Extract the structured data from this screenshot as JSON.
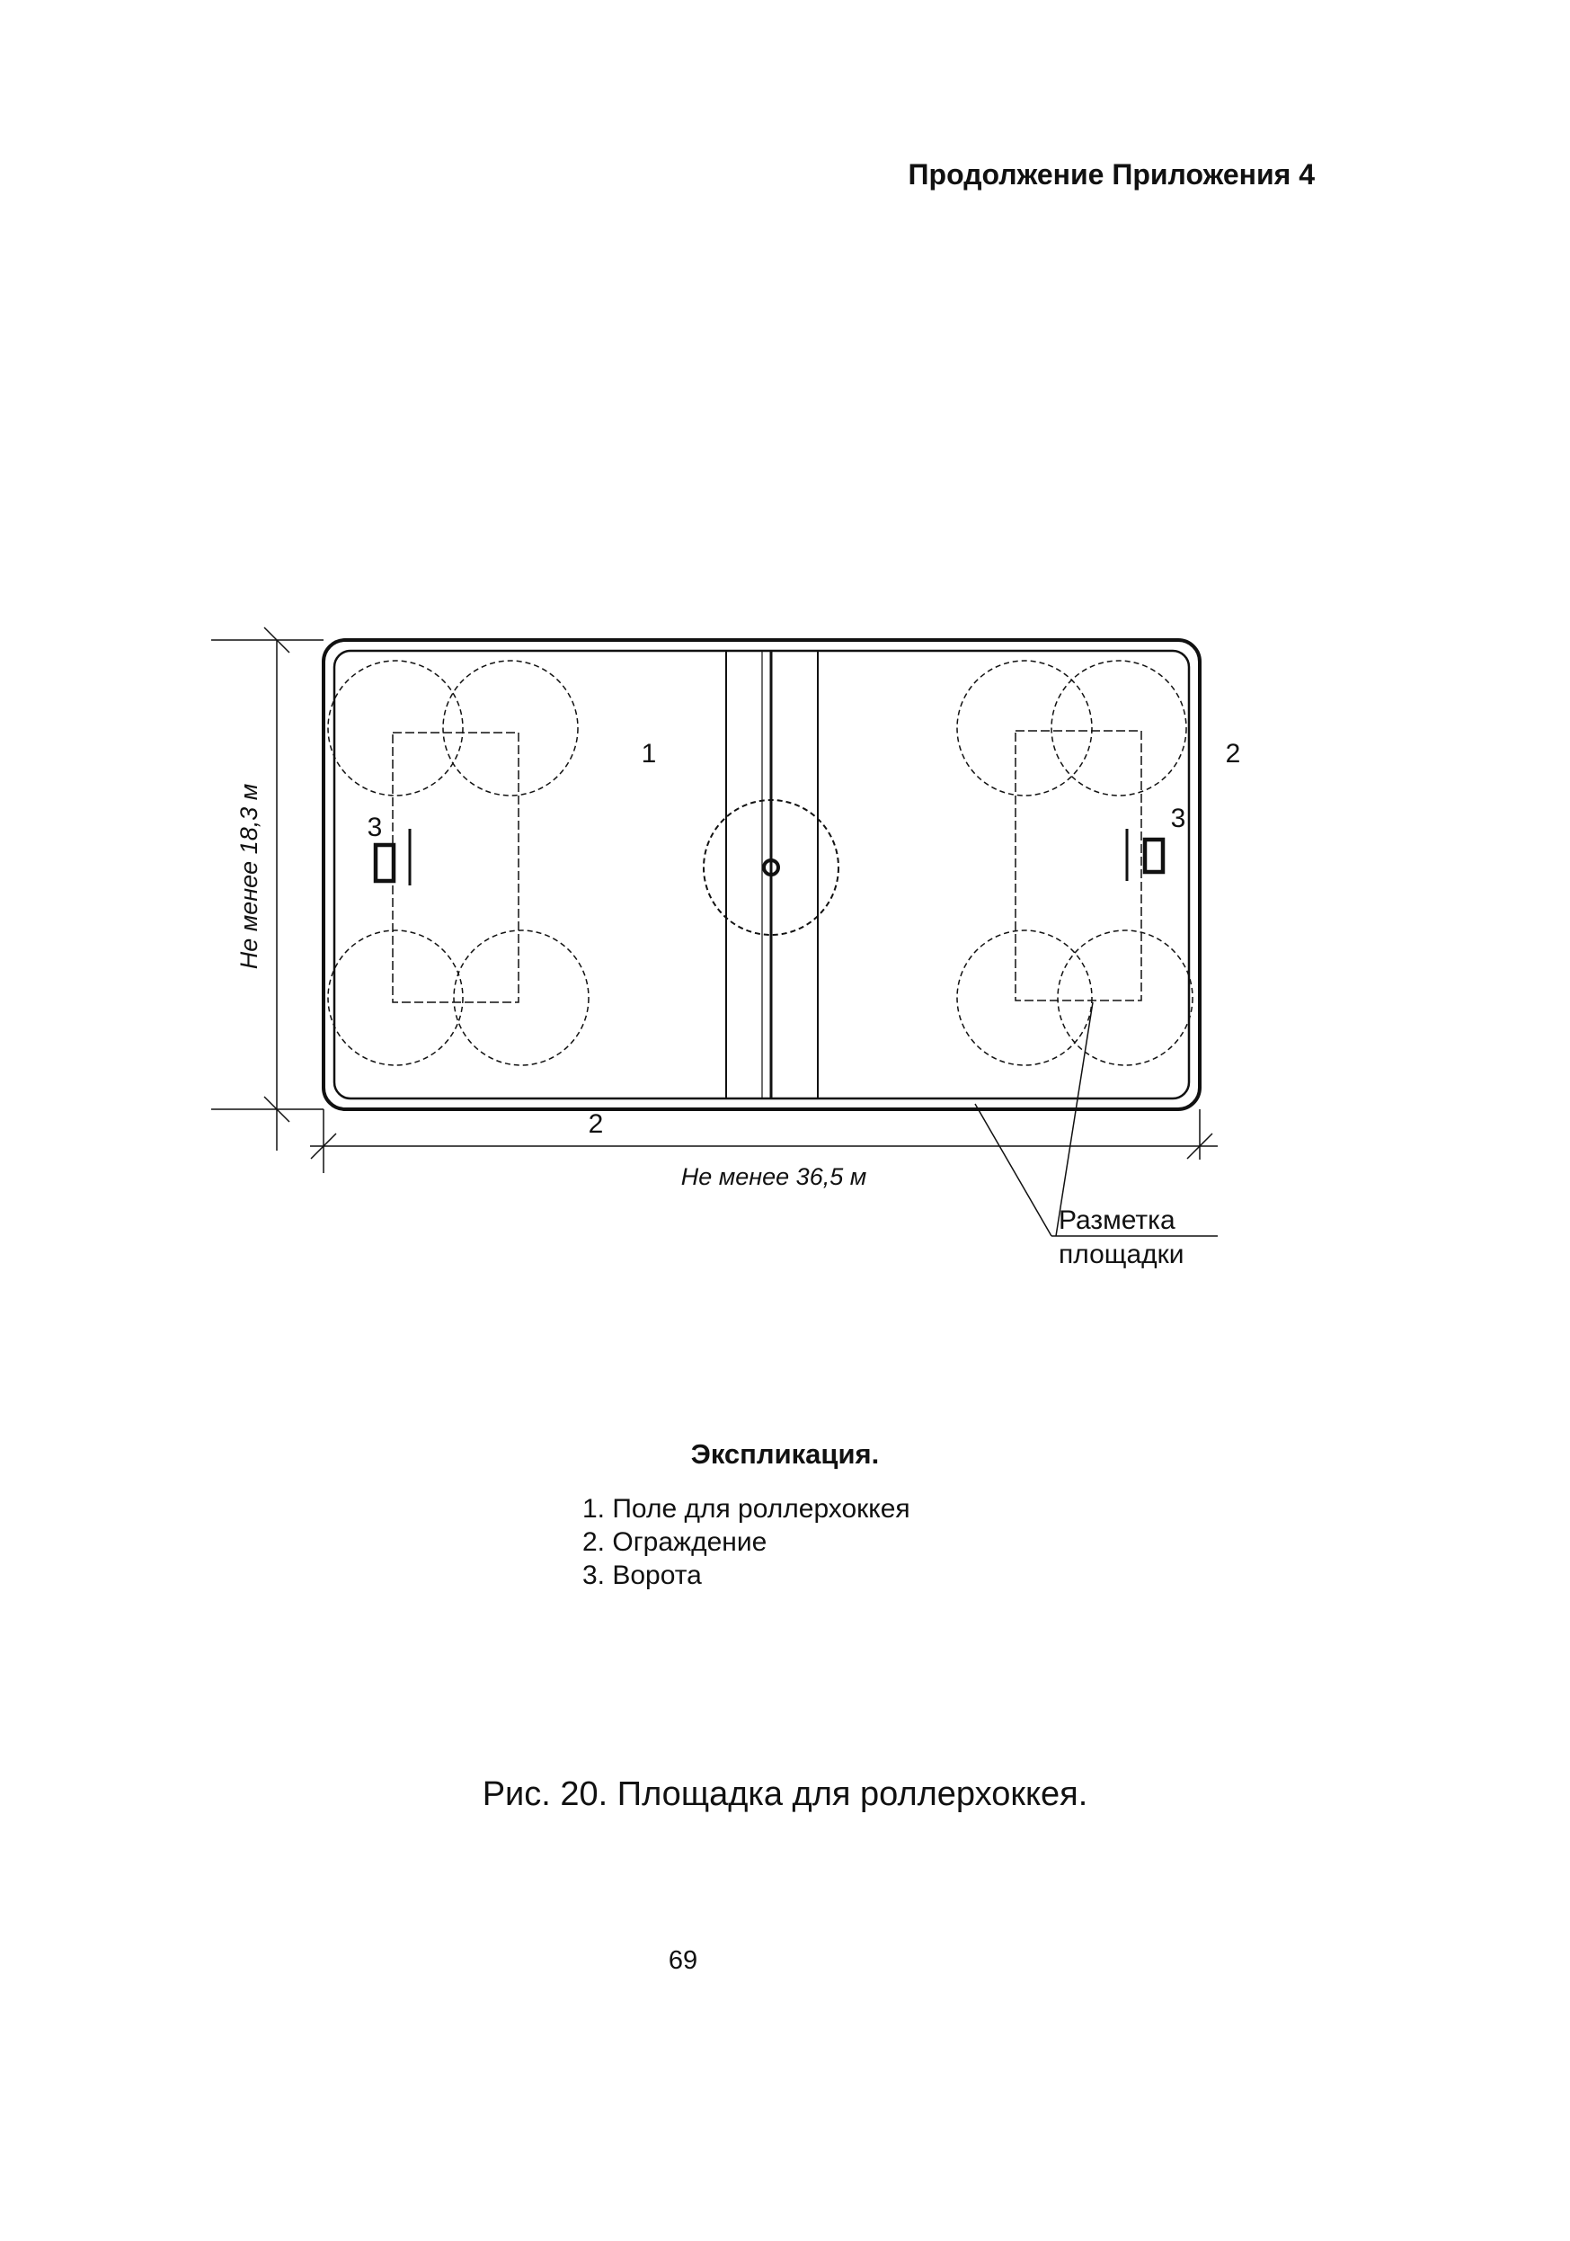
{
  "header": {
    "text": "Продолжение Приложения 4"
  },
  "figure": {
    "field_label": "1",
    "fence_label_right": "2",
    "fence_label_bottom": "2",
    "goal_label_left": "3",
    "goal_label_right": "3",
    "width_dimension": "Не менее 18,3 м",
    "length_dimension": "Не менее 36,5 м",
    "marking_label_line1": "Разметка",
    "marking_label_line2": "площадки"
  },
  "explication": {
    "title": "Экспликация.",
    "items": [
      "1. Поле для роллерхоккея",
      "2. Ограждение",
      "3. Ворота"
    ]
  },
  "caption": "Рис. 20. Площадка для роллерхоккея.",
  "page_number": "69"
}
